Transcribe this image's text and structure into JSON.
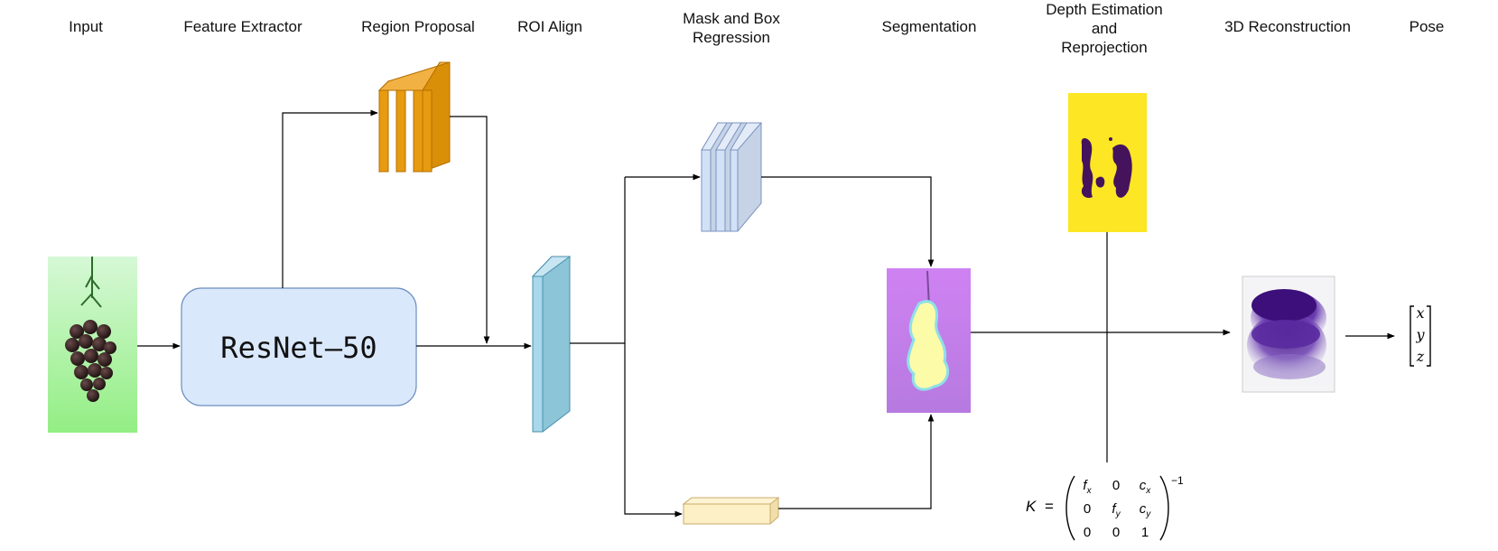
{
  "stages": [
    {
      "id": "input",
      "label": "Input"
    },
    {
      "id": "feature-extractor",
      "label": "Feature Extractor"
    },
    {
      "id": "region-proposal",
      "label": "Region Proposal"
    },
    {
      "id": "roi-align",
      "label": "ROI Align"
    },
    {
      "id": "mask-box-regression",
      "label": "Mask and Box\nRegression"
    },
    {
      "id": "segmentation",
      "label": "Segmentation"
    },
    {
      "id": "depth-estimation",
      "label": "Depth Estimation\nand\nReprojection"
    },
    {
      "id": "reconstruction",
      "label": "3D Reconstruction"
    },
    {
      "id": "pose",
      "label": "Pose"
    }
  ],
  "backbone": {
    "label": "ResNet–50"
  },
  "pose_vector": {
    "components": [
      "x",
      "y",
      "z"
    ]
  },
  "intrinsics": {
    "lhs": "K",
    "equals": "=",
    "matrix": [
      [
        "f",
        "0",
        "c"
      ],
      [
        "0",
        "f",
        "c"
      ],
      [
        "0",
        "0",
        "1"
      ]
    ],
    "subscripts": [
      [
        "x",
        "",
        "x"
      ],
      [
        "",
        "y",
        "y"
      ],
      [
        "",
        "",
        ""
      ]
    ],
    "exponent": "−1"
  },
  "colors": {
    "backbone_fill": "#dae8fc",
    "backbone_stroke": "#6c8ebf",
    "region_proposal": "#e59b0e",
    "roi_align": "#9fd0e3",
    "mask_head": "#cfdcf2",
    "box_head": "#fdf0c6",
    "segmentation_bg": "#c57de8",
    "depth_bg": "#fde624",
    "depth_blob": "#44135c",
    "point_cloud": "#5a2aa0",
    "input_bg": "#a4f29a",
    "arrow": "#000000"
  }
}
